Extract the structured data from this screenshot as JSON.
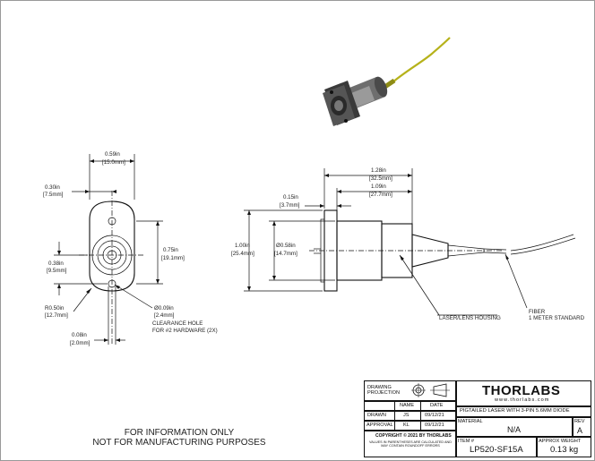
{
  "front_view": {
    "width_label_in": "0.59in",
    "width_label_mm": "[15.0mm]",
    "half_width_label_in": "0.30in",
    "half_width_label_mm": "[7.5mm]",
    "height_label_in": "0.75in",
    "height_label_mm": "[19.1mm]",
    "center_height_label_in": "0.38in",
    "center_height_label_mm": "[9.5mm]",
    "radius_label_in": "R0.50in",
    "radius_label_mm": "[12.7mm]",
    "hole_label_in": "Ø0.09in",
    "hole_label_mm": "[2.4mm]",
    "hole_note_1": "CLEARANCE HOLE",
    "hole_note_2": "FOR #2 HARDWARE (2X)",
    "offset_label_in": "0.08in",
    "offset_label_mm": "[2.0mm]"
  },
  "side_view": {
    "overall_label_in": "1.28in",
    "overall_label_mm": "[32.5mm]",
    "body_label_in": "1.09in",
    "body_label_mm": "[27.7mm]",
    "flange_label_in": "0.15in",
    "flange_label_mm": "[3.7mm]",
    "height_label_in": "1.00in",
    "height_label_mm": "[25.4mm]",
    "dia_label_in": "Ø0.58in",
    "dia_label_mm": "[14.7mm]",
    "housing_label": "LASER/LENS HOUSING",
    "fiber_label_1": "FIBER",
    "fiber_label_2": "1 METER STANDARD"
  },
  "disclaimer": {
    "line1": "FOR INFORMATION ONLY",
    "line2": "NOT FOR MANUFACTURING PURPOSES"
  },
  "title_block": {
    "drawing_projection_1": "DRAWING",
    "drawing_projection_2": "PROJECTION",
    "name_header": "NAME",
    "date_header": "DATE",
    "drawn_label": "DRAWN",
    "drawn_name": "JS",
    "drawn_date": "09/12/21",
    "approval_label": "APPROVAL",
    "approval_name": "KL",
    "approval_date": "09/12/21",
    "copyright": "COPYRIGHT © 2021 BY THORLABS",
    "values_note": "VALUES IN PARENTHESES ARE CALCULATED AND MAY CONTAIN ROUNDOFF ERRORS",
    "logo_text": "THORLABS",
    "website": "www.thorlabs.com",
    "description": "PIGTAILED LASER WITH 3-PIN 5.6MM DIODE",
    "material_label": "MATERIAL",
    "material_value": "N/A",
    "rev_label": "REV",
    "rev_value": "A",
    "item_label": "ITEM #",
    "item_value": "LP520-SF15A",
    "weight_label": "APPROX WEIGHT",
    "weight_value": "0.13 kg"
  },
  "colors": {
    "fiber": "#b6b21a",
    "metal_dark": "#3a3a3a",
    "metal_mid": "#8a8a8a"
  }
}
